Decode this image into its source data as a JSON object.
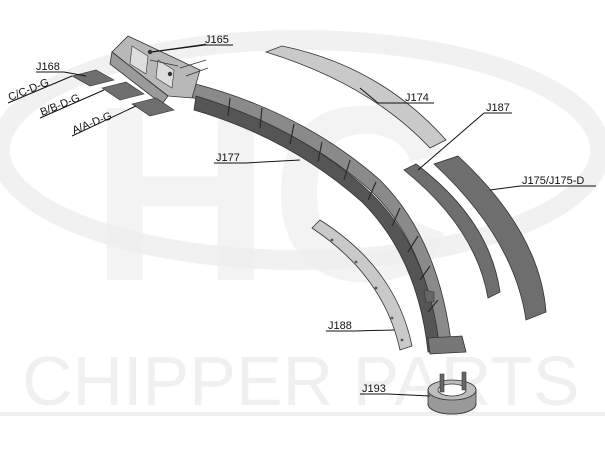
{
  "watermark": {
    "logo_text": "HC",
    "brand_text": "CHIPPER PARTS"
  },
  "labels": {
    "j165": "J165",
    "j168": "J168",
    "c_c_d_g": "C/C-D-G",
    "b_b_d_g": "B/B-D-G",
    "a_a_d_g": "A/A-D-G",
    "j174": "J174",
    "j187": "J187",
    "j177": "J177",
    "j175": "J175/J175-D",
    "j188": "J188",
    "j193": "J193"
  },
  "colors": {
    "chute_dark": "#555555",
    "chute_mid": "#8a8a8a",
    "plate_light": "#c9c9c9",
    "plate_dark": "#6e6e6e",
    "outline": "#333333",
    "watermark": "#efefef"
  }
}
